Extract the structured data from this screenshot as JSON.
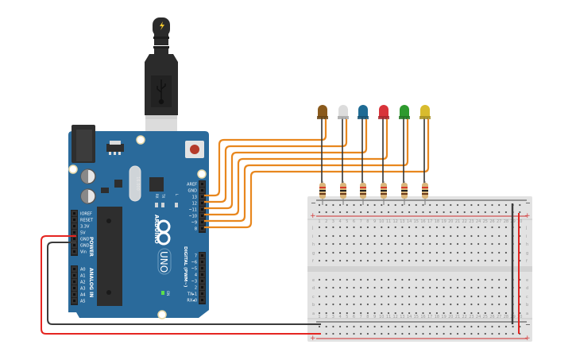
{
  "diagram": {
    "title": "Arduino UNO with 6 LEDs on breadboard",
    "colors": {
      "board": "#2a6a9b",
      "wire_signal": "#e8871e",
      "wire_power": "#e52521",
      "wire_ground": "#3b3b3b",
      "breadboard": "#e2e2e2",
      "rail_red": "#d46a6a"
    },
    "arduino": {
      "brand": "ARDUINO",
      "model": "UNO",
      "crystal_text": "16.000",
      "on_label": "ON",
      "power_section_label": "POWER",
      "analog_section_label": "ANALOG IN",
      "digital_section_label": "DIGITAL (PWM~)",
      "led_labels": [
        "RX",
        "TX",
        "L"
      ],
      "power_pins": [
        "IOREF",
        "RESET",
        "3.3V",
        "5V",
        "GND",
        "GND",
        "Vin"
      ],
      "analog_pins": [
        "A0",
        "A1",
        "A2",
        "A3",
        "A4",
        "A5"
      ],
      "digital_pins_top": [
        "AREF",
        "GND",
        "13",
        "12",
        "~11",
        "~10",
        "~9",
        "8"
      ],
      "digital_pins_bottom": [
        "7",
        "~6",
        "~5",
        "4",
        "~3",
        "2",
        "TX▸1",
        "RX◂0"
      ]
    },
    "usb_cable": {
      "icon": "usb-icon",
      "plug_icon": "lightning-icon"
    },
    "leds": [
      {
        "color_name": "brown",
        "body": "#8a5a1c",
        "pin": "13"
      },
      {
        "color_name": "white",
        "body": "#dcdcdc",
        "pin": "12"
      },
      {
        "color_name": "blue",
        "body": "#1e6b94",
        "pin": "~11"
      },
      {
        "color_name": "red",
        "body": "#d8333a",
        "pin": "~10"
      },
      {
        "color_name": "green",
        "body": "#2e9a2e",
        "pin": "~9"
      },
      {
        "color_name": "yellow",
        "body": "#d8bb2e",
        "pin": "8"
      }
    ],
    "breadboard": {
      "row_labels_top": [
        "j",
        "i",
        "h",
        "g",
        "f"
      ],
      "row_labels_bottom": [
        "e",
        "d",
        "c",
        "b",
        "a"
      ],
      "columns": [
        "1",
        "2",
        "3",
        "4",
        "5",
        "6",
        "7",
        "8",
        "9",
        "10",
        "11",
        "12",
        "13",
        "14",
        "15",
        "16",
        "17",
        "18",
        "19",
        "20",
        "21",
        "22",
        "23",
        "24",
        "25",
        "26",
        "27",
        "28",
        "29",
        "30"
      ],
      "rail_minus": "−",
      "rail_plus": "+"
    }
  }
}
